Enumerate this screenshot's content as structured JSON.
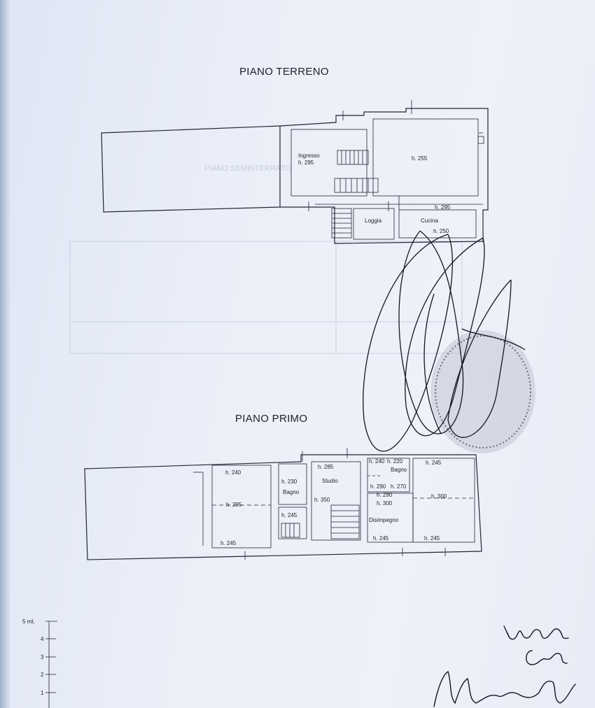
{
  "document": {
    "ground_floor": {
      "title": "PIANO TERRENO",
      "rooms": {
        "ingresso": "Ingresso",
        "ingresso_h": "h. 295",
        "main_h": "h. 255",
        "loggia": "Loggia",
        "cucina": "Cucina",
        "cucina_h_top": "h. 295",
        "cucina_h_bottom": "h. 250"
      },
      "ghost_label": "PIANO SEMINTERRATO"
    },
    "first_floor": {
      "title": "PIANO PRIMO",
      "rooms": {
        "r1_h_top": "h. 240",
        "r1_h_mid": "h. 295",
        "r1_h_bottom": "h. 245",
        "bagno1_h": "h. 230",
        "bagno1": "Bagno",
        "bagno1_h_bottom": "h. 245",
        "studio_h": "h. 285",
        "studio": "Studio",
        "studio_h_bottom": "h. 350",
        "small_h": "h. 240",
        "bagno2_h": "h. 220",
        "bagno2": "Bagno",
        "bagno2_h_a": "h. 290",
        "bagno2_h_b": "h. 270",
        "dis_h_a": "h. 290",
        "dis_h_b": "h. 300",
        "disimpegno": "Disimpegno",
        "dis_h_bottom": "h. 245",
        "r2_h_top": "h. 245",
        "r2_h_mid": "h. 300",
        "r2_h_bottom": "h. 245"
      }
    },
    "scale": {
      "unit_label": "5 mt.",
      "ticks": [
        "4",
        "3",
        "2",
        "1"
      ]
    }
  }
}
